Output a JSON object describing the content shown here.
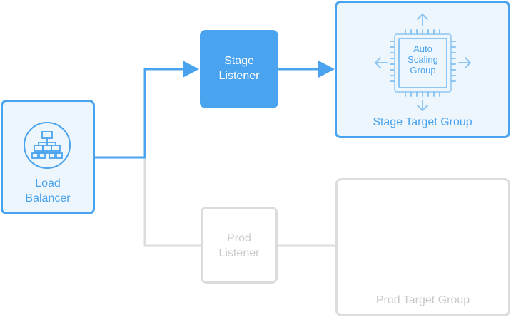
{
  "load_balancer": {
    "label": "Load\nBalancer",
    "icon": "network-hierarchy-icon"
  },
  "stage_listener": {
    "label": "Stage\nListener"
  },
  "prod_listener": {
    "label": "Prod\nListener"
  },
  "stage_target_group": {
    "label": "Stage Target Group",
    "auto_scaling_group": {
      "label": "Auto\nScaling\nGroup",
      "icon": "chip-with-expand-arrows-icon"
    }
  },
  "prod_target_group": {
    "label": "Prod Target Group"
  },
  "colors": {
    "active": "#4aa3ee",
    "active_fill": "#eef6fd",
    "inactive": "#dcdcdc",
    "inactive_text": "#c9c9c9"
  }
}
